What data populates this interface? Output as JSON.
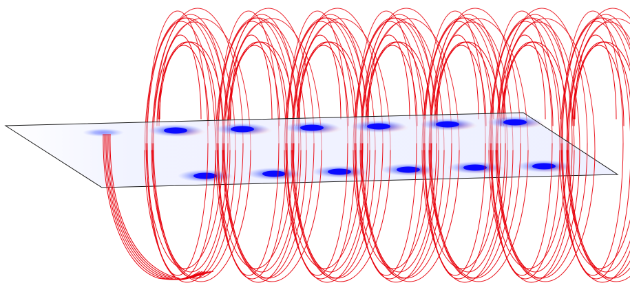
{
  "scene": {
    "description_free": true,
    "colors": {
      "background": "#ffffff",
      "field_line": "#e8000b",
      "plane_edge": "#1a1a1a",
      "vortex_core": "#0a0aff",
      "plane_tint": "#d7dcff",
      "side_lobe": "#ff4444"
    },
    "coils": 7,
    "vortex_rows": 2,
    "vortices_per_row": 6
  }
}
